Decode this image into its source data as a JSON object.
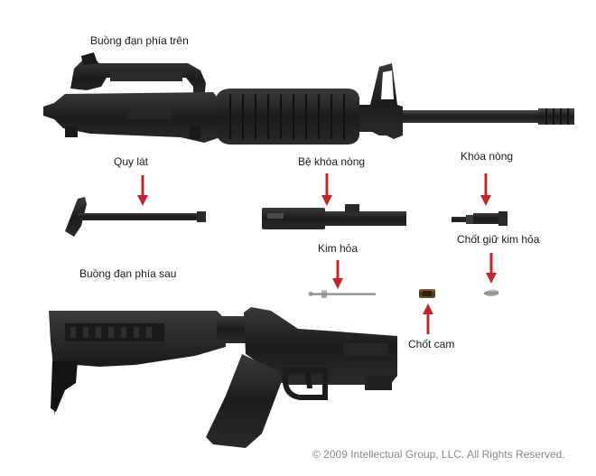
{
  "labels": {
    "upper_receiver": "Buồng đạn phía trên",
    "charging_handle": "Quy lát",
    "bolt_carrier": "Bệ khóa nòng",
    "bolt": "Khóa nòng",
    "firing_pin": "Kim hỏa",
    "firing_pin_retainer": "Chốt giữ kim hỏa",
    "lower_receiver": "Buồng đạn phía sau",
    "cam_pin": "Chốt cam"
  },
  "copyright": "© 2009 Intellectual Group, LLC. All Rights Reserved.",
  "colors": {
    "arrow": "#c0282d",
    "metal_dark": "#1e1e1e",
    "metal_mid": "#2e2e2e",
    "metal_light": "#555555"
  }
}
